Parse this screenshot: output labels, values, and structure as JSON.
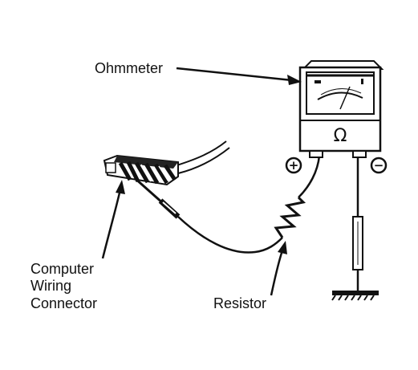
{
  "labels": {
    "ohmmeter": "Ohmmeter",
    "connector_line1": "Computer",
    "connector_line2": "Wiring",
    "connector_line3": "Connector",
    "resistor": "Resistor"
  },
  "meter": {
    "unit_symbol": "Ω",
    "positive_terminal": "+",
    "negative_terminal": "−"
  },
  "colors": {
    "ink": "#111111",
    "paper": "#ffffff"
  },
  "icons": {
    "meter": "ohmmeter-icon",
    "resistor": "resistor-zigzag-icon",
    "ground": "ground-icon"
  }
}
